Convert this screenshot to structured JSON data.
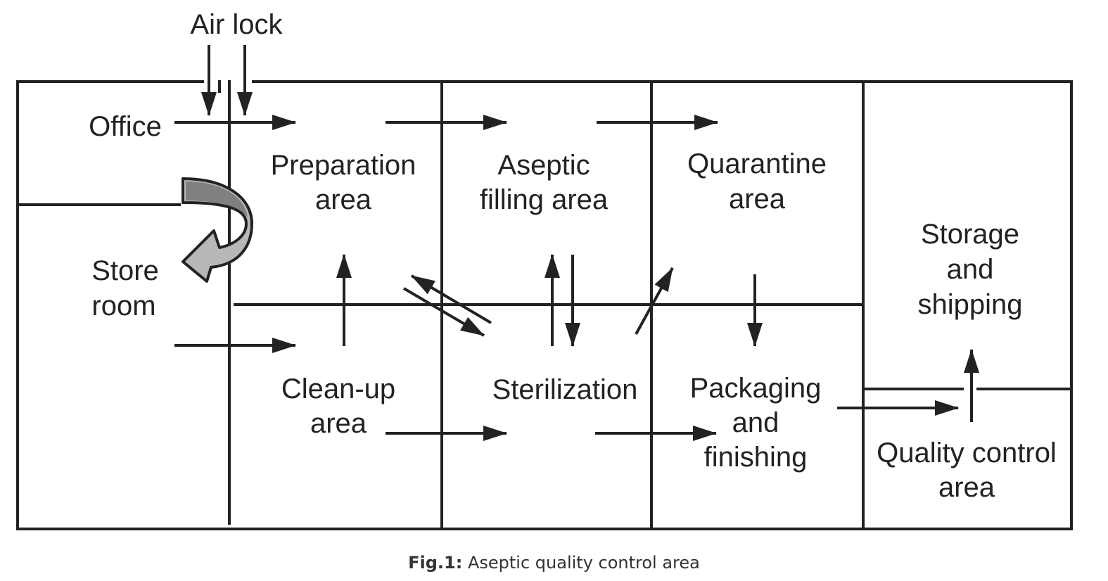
{
  "diagram": {
    "labels": {
      "air_lock": "Air lock",
      "office": "Office",
      "store_line1": "Store",
      "store_line2": "room",
      "prep_line1": "Preparation",
      "prep_line2": "area",
      "aseptic_line1": "Aseptic",
      "aseptic_line2": "filling area",
      "quarantine_line1": "Quarantine",
      "quarantine_line2": "area",
      "storage_line1": "Storage",
      "storage_line2": "and",
      "storage_line3": "shipping",
      "cleanup_line1": "Clean-up",
      "cleanup_line2": "area",
      "sterilization": "Sterilization",
      "packaging_line1": "Packaging",
      "packaging_line2": "and",
      "packaging_line3": "finishing",
      "qc_line1": "Quality control",
      "qc_line2": "area"
    },
    "colors": {
      "line": "#222222",
      "curved_arrow_fill": "#b8b8b8",
      "curved_arrow_dark": "#808080"
    }
  },
  "caption": {
    "label": "Fig.1:",
    "text": " Aseptic quality control area"
  }
}
